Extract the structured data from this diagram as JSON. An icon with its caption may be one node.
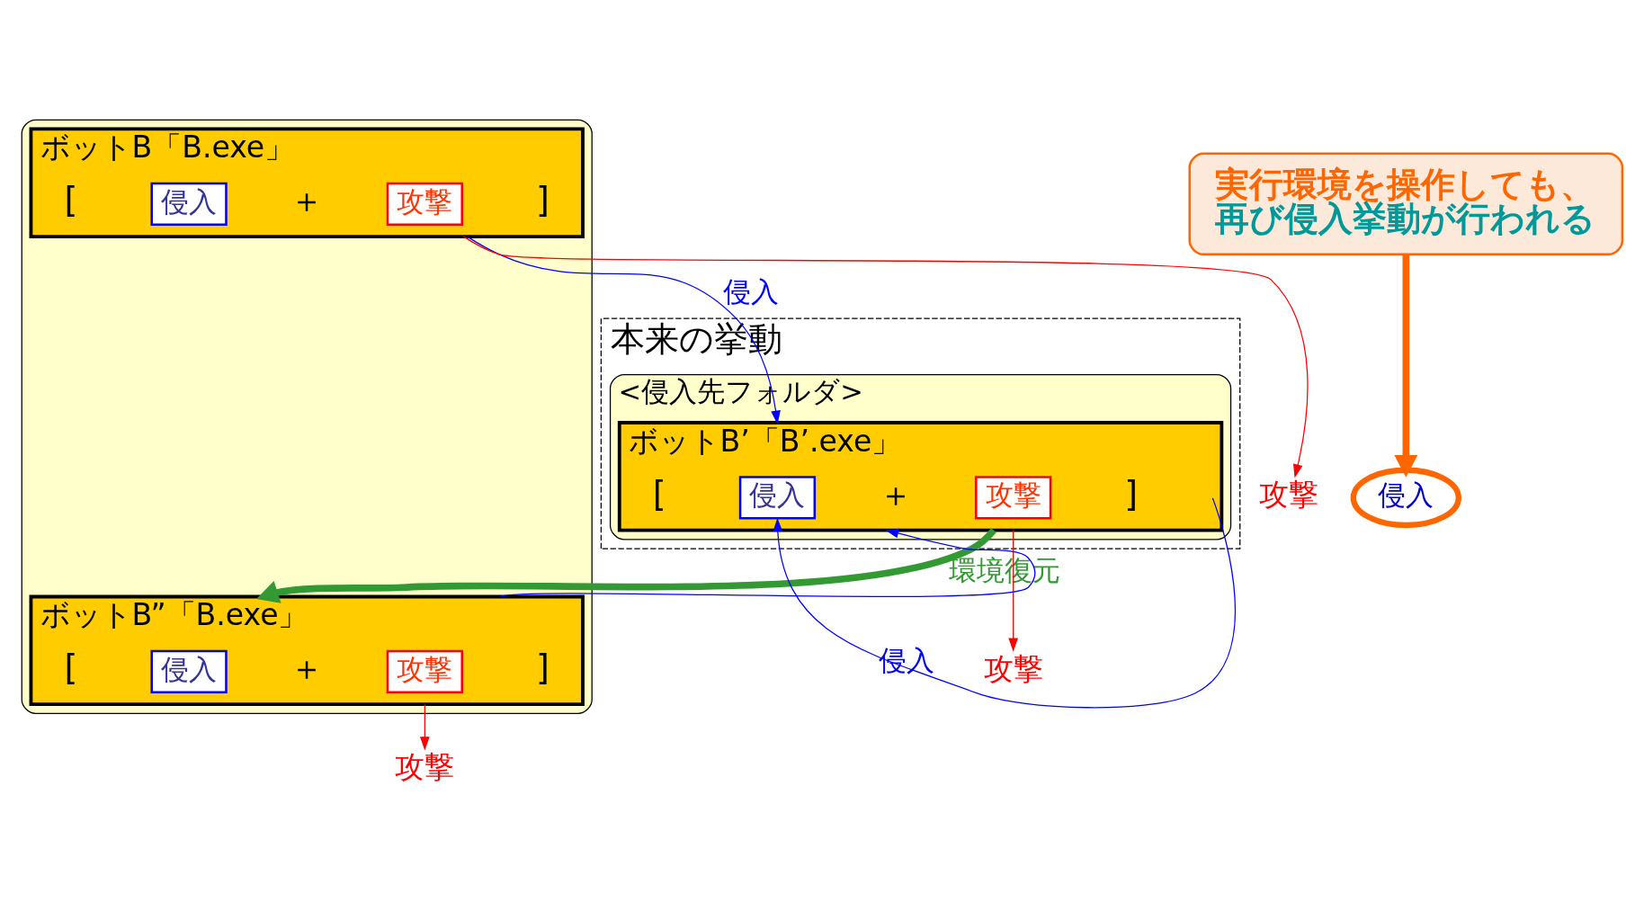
{
  "diagram": {
    "nodes": [
      {
        "text": [
          "本来の挙動"
        ]
      },
      {
        "text": [],
        "shape": "folder"
      },
      {
        "text": [
          "ボットB「B.exe」"
        ],
        "in": 1
      },
      {
        "text": [
          "侵入"
        ],
        "in": 2
      },
      {
        "text": [
          "攻撃"
        ],
        "in": 2
      },
      {
        "text": [
          "攻撃"
        ]
      },
      {
        "text": [
          "<侵入先フォルダ>"
        ],
        "in": 0
      },
      {
        "text": [
          "ボットB’「B’.exe」"
        ],
        "in": 6
      },
      {
        "text": [
          "侵入"
        ],
        "in": 7
      },
      {
        "text": [
          "攻撃"
        ],
        "in": 7
      },
      {
        "text": [
          "攻撃"
        ]
      },
      {
        "text": [
          "ボットB”「B.exe」"
        ],
        "in": 1
      },
      {
        "text": [
          "侵入"
        ],
        "in": 11
      },
      {
        "text": [
          "攻撃"
        ],
        "in": 11
      },
      {
        "text": [
          "攻撃"
        ]
      },
      {
        "text": [
          "実行環境を操作しても、",
          "再び侵入挙動が行われる"
        ]
      },
      {
        "text": [
          "侵入"
        ]
      }
    ],
    "edges": [
      {
        "from": 2,
        "to": 5,
        "arrow": "to",
        "color": "#ff0000"
      },
      {
        "from": 2,
        "to": 7,
        "arrow": "to",
        "label": "侵入",
        "color": "#0000ff"
      },
      {
        "from": 7,
        "to": 10,
        "arrow": "to",
        "color": "#ff0000"
      },
      {
        "from": 7,
        "to": 8,
        "arrow": "to",
        "label": "侵入",
        "color": "#0000ff"
      },
      {
        "from": 7,
        "to": 11,
        "arrow": "to",
        "label": "環境復元",
        "style": "thick",
        "color": "#339933"
      },
      {
        "from": 11,
        "to": 7,
        "arrow": "to",
        "color": "#0000ff"
      },
      {
        "from": 11,
        "to": 14,
        "arrow": "to",
        "color": "#ff0000"
      },
      {
        "from": 15,
        "to": 16,
        "arrow": "to",
        "style": "thick",
        "color": "#ff6600"
      }
    ],
    "labels": [
      "[",
      "＋",
      "]",
      "[",
      "＋",
      "]",
      "[",
      "＋",
      "]"
    ]
  }
}
